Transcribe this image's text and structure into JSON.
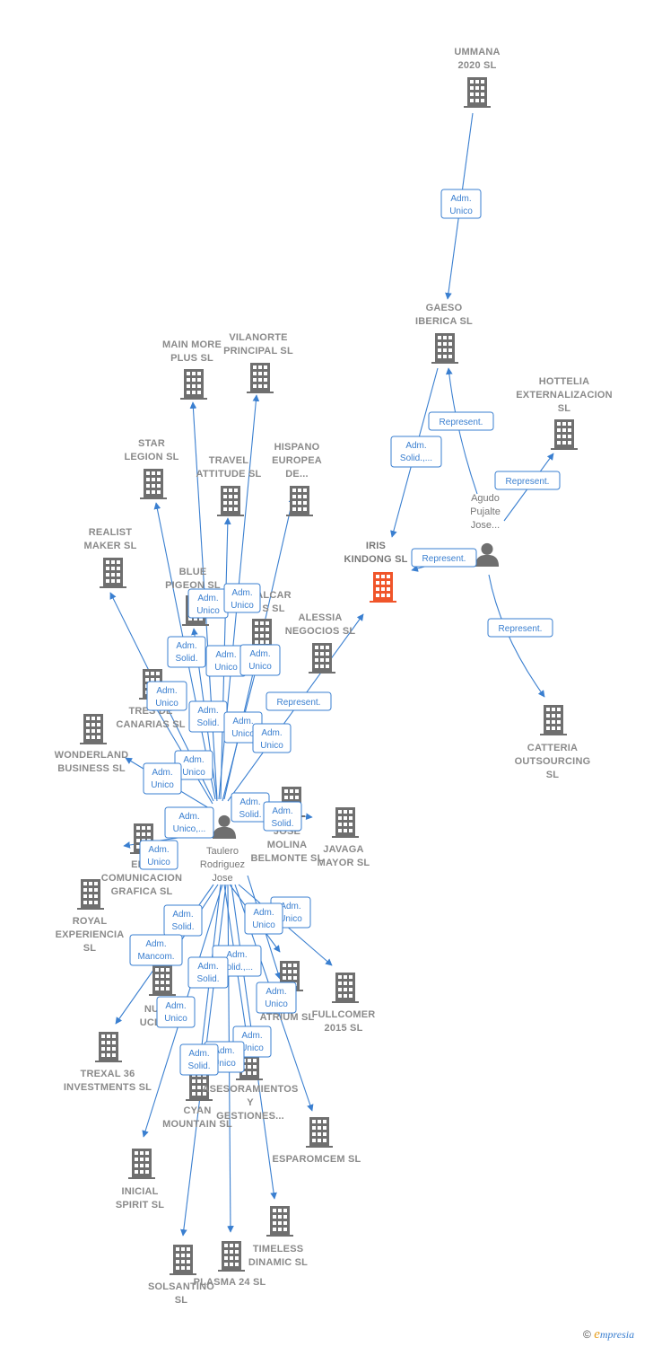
{
  "colors": {
    "edge": "#3a7fd0",
    "building": "#6f6f6f",
    "focus": "#f0552a",
    "person": "#6f6f6f"
  },
  "companies": [
    {
      "id": "ummana",
      "lines": [
        "UMMANA",
        "2020  SL"
      ]
    },
    {
      "id": "gaeso",
      "lines": [
        "GAESO",
        "IBERICA  SL"
      ]
    },
    {
      "id": "hottelia",
      "lines": [
        "HOTTELIA",
        "EXTERNALIZACION",
        "SL"
      ]
    },
    {
      "id": "iris",
      "lines": [
        "IRIS",
        "KINDONG  SL"
      ],
      "focus": true
    },
    {
      "id": "catteria",
      "lines": [
        "CATTERIA",
        "OUTSOURCING",
        "SL"
      ]
    },
    {
      "id": "mainmore",
      "lines": [
        "MAIN MORE",
        "PLUS  SL"
      ]
    },
    {
      "id": "vilanorte",
      "lines": [
        "VILANORTE",
        "PRINCIPAL  SL"
      ]
    },
    {
      "id": "star",
      "lines": [
        "STAR",
        "LEGION  SL"
      ]
    },
    {
      "id": "travel",
      "lines": [
        "TRAVEL",
        "ATTITUDE  SL"
      ]
    },
    {
      "id": "hispano",
      "lines": [
        "HISPANO",
        "EUROPEA",
        "DE..."
      ]
    },
    {
      "id": "realist",
      "lines": [
        "REALIST",
        "MAKER  SL"
      ]
    },
    {
      "id": "bluepigeon",
      "lines": [
        "BLUE",
        "PIGEON  SL"
      ]
    },
    {
      "id": "alcar",
      "lines": [
        "ALCAR",
        "S  SL"
      ]
    },
    {
      "id": "alessia",
      "lines": [
        "ALESSIA",
        "NEGOCIOS  SL"
      ]
    },
    {
      "id": "tres",
      "lines": [
        "TRES DE",
        "CANARIAS  SL"
      ]
    },
    {
      "id": "wonderland",
      "lines": [
        "WONDERLAND",
        "BUSINESS  SL"
      ]
    },
    {
      "id": "jose",
      "lines": [
        "JOSE",
        "MOLINA",
        "BELMONTE  SL"
      ]
    },
    {
      "id": "javaga",
      "lines": [
        "JAVAGA",
        "MAYOR  SL"
      ]
    },
    {
      "id": "eka",
      "lines": [
        "EKA",
        "COMUNICACION",
        "GRAFICA  SL"
      ]
    },
    {
      "id": "royal",
      "lines": [
        "ROYAL",
        "EXPERIENCIA",
        "SL"
      ]
    },
    {
      "id": "nucli",
      "lines": [
        "NU",
        "UCLI"
      ]
    },
    {
      "id": "atrium",
      "lines": [
        "ATRIUM  SL"
      ]
    },
    {
      "id": "fullcomer",
      "lines": [
        "FULLCOMER",
        "2015  SL"
      ]
    },
    {
      "id": "trexal",
      "lines": [
        "TREXAL 36",
        "INVESTMENTS SL"
      ]
    },
    {
      "id": "asesoramientos",
      "lines": [
        "ASESORAMIENTOS",
        "Y",
        "GESTIONES..."
      ]
    },
    {
      "id": "cyan",
      "lines": [
        "CYAN",
        "MOUNTAIN  SL"
      ]
    },
    {
      "id": "esparomcem",
      "lines": [
        "ESPAROMCEM SL"
      ]
    },
    {
      "id": "inicial",
      "lines": [
        "INICIAL",
        "SPIRIT  SL"
      ]
    },
    {
      "id": "timeless",
      "lines": [
        "TIMELESS",
        "DINAMIC  SL"
      ]
    },
    {
      "id": "solsantino",
      "lines": [
        "SOLSANTINO",
        "SL"
      ]
    },
    {
      "id": "plasma",
      "lines": [
        "PLASMA 24 SL"
      ]
    }
  ],
  "persons": [
    {
      "id": "taulero",
      "lines": [
        "Taulero",
        "Rodriguez",
        "Jose"
      ]
    },
    {
      "id": "agudo",
      "lines": [
        "Agudo",
        "Pujalte",
        "Jose..."
      ]
    }
  ],
  "tags": [
    {
      "id": "t1",
      "lines": [
        "Adm.",
        "Unico"
      ]
    },
    {
      "id": "t2",
      "lines": [
        "Represent."
      ]
    },
    {
      "id": "t3",
      "lines": [
        "Adm.",
        "Solid.,..."
      ]
    },
    {
      "id": "t4",
      "lines": [
        "Represent."
      ]
    },
    {
      "id": "t5",
      "lines": [
        "Represent."
      ]
    },
    {
      "id": "t6",
      "lines": [
        "Represent."
      ]
    },
    {
      "id": "t7",
      "lines": [
        "Adm.",
        "Unico"
      ]
    },
    {
      "id": "t8",
      "lines": [
        "Adm.",
        "Unico"
      ]
    },
    {
      "id": "t9",
      "lines": [
        "Adm.",
        "Solid."
      ]
    },
    {
      "id": "t10",
      "lines": [
        "Adm.",
        "Unico"
      ]
    },
    {
      "id": "t11",
      "lines": [
        "Adm.",
        "Unico"
      ]
    },
    {
      "id": "t12",
      "lines": [
        "Adm.",
        "Unico"
      ]
    },
    {
      "id": "t13",
      "lines": [
        "Represent."
      ]
    },
    {
      "id": "t14",
      "lines": [
        "Adm.",
        "Solid."
      ]
    },
    {
      "id": "t15",
      "lines": [
        "Adm.",
        "Unico"
      ]
    },
    {
      "id": "t16",
      "lines": [
        "Adm.",
        "Unico"
      ]
    },
    {
      "id": "t17",
      "lines": [
        "Adm.",
        "Unico"
      ]
    },
    {
      "id": "t18",
      "lines": [
        "Adm.",
        "Unico"
      ]
    },
    {
      "id": "t19",
      "lines": [
        "Adm.",
        "Solid."
      ]
    },
    {
      "id": "t20",
      "lines": [
        "Adm.",
        "Solid."
      ]
    },
    {
      "id": "t21",
      "lines": [
        "Adm.",
        "Unico,..."
      ]
    },
    {
      "id": "t22",
      "lines": [
        "Adm.",
        "Unico"
      ]
    },
    {
      "id": "t23",
      "lines": [
        "Adm.",
        "Unico"
      ]
    },
    {
      "id": "t24",
      "lines": [
        "Adm.",
        "Solid."
      ]
    },
    {
      "id": "t25",
      "lines": [
        "Adm.",
        "Unico"
      ]
    },
    {
      "id": "t26",
      "lines": [
        "Adm.",
        "Mancom."
      ]
    },
    {
      "id": "t27",
      "lines": [
        "Adm.",
        "Solid.,..."
      ]
    },
    {
      "id": "t28",
      "lines": [
        "Adm.",
        "Solid."
      ]
    },
    {
      "id": "t29",
      "lines": [
        "Adm.",
        "Unico"
      ]
    },
    {
      "id": "t30",
      "lines": [
        "Adm.",
        "Unico"
      ]
    },
    {
      "id": "t31",
      "lines": [
        "Adm.",
        "Unico"
      ]
    },
    {
      "id": "t32",
      "lines": [
        "Adm.",
        "Unico"
      ]
    },
    {
      "id": "t33",
      "lines": [
        "Adm.",
        "Solid."
      ]
    }
  ],
  "footer": {
    "copyright": "©",
    "brand_e": "e",
    "brand_rest": "mpresia"
  }
}
